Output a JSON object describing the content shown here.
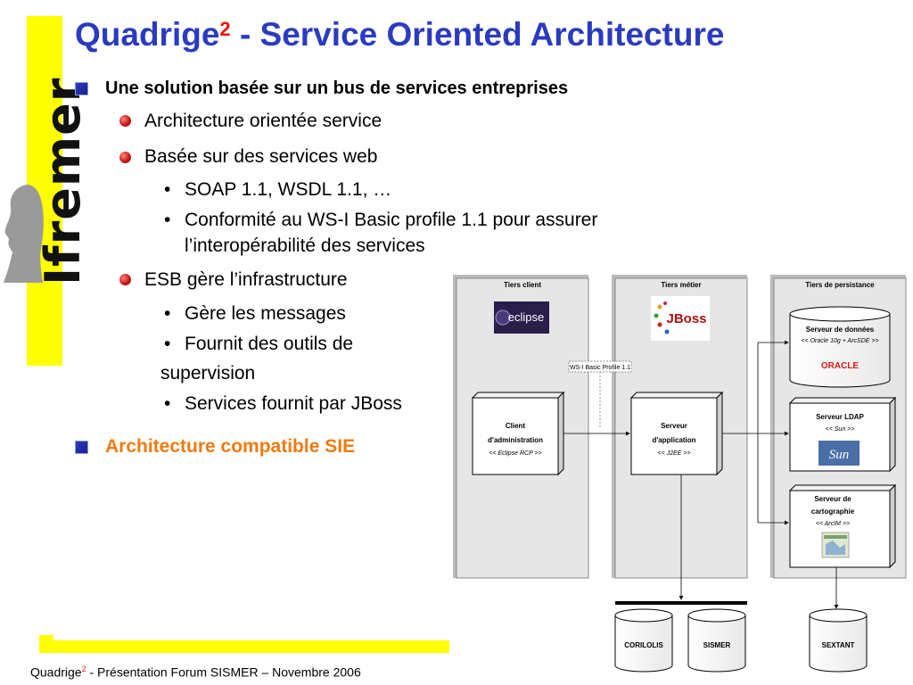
{
  "slide": {
    "title_main": "Quadrige",
    "title_sup": "2",
    "title_rest": " - Service Oriented Architecture",
    "logo": "Ifremer"
  },
  "bullets": {
    "l1_a": "Une solution basée sur un bus de services entreprises",
    "l2_a": "Architecture orientée service",
    "l2_b": "Basée sur des services web",
    "l3_a": "SOAP 1.1, WSDL 1.1, …",
    "l3_b_1": "Conformité au WS-I Basic profile 1.1 pour assurer",
    "l3_b_2": "l’interopérabilité des services",
    "l2_c": "ESB gère l’infrastructure",
    "l3_c": "Gère les messages",
    "l3_d_1": "Fournit des outils de",
    "l3_d_2": "supervision",
    "l3_e": "Services fournit par JBoss",
    "l1_b": "Architecture compatible SIE"
  },
  "footer": {
    "prefix": "Quadrige",
    "sup": "2",
    "rest": " - Présentation Forum SISMER – Novembre 2006"
  },
  "diagram": {
    "tier_client": "Tiers client",
    "tier_metier": "Tiers métier",
    "tier_persistance": "Tiers de persistance",
    "eclipse_logo": "eclipse",
    "jboss_logo": "JBoss",
    "ws_label": "WS-I Basic Profile 1.1",
    "client_l1": "Client",
    "client_l2": "d'administration",
    "client_l3": "<< Eclipse RCP >>",
    "server_l1": "Serveur",
    "server_l2": "d'application",
    "server_l3": "<< J2EE >>",
    "db_l1": "Serveur de données",
    "db_l2": "<< Oracle 10g + ArcSDE >>",
    "oracle_logo": "ORACLE",
    "ldap_l1": "Serveur LDAP",
    "ldap_l2": "<< Sun >>",
    "sun_logo": "Sun",
    "carto_l1": "Serveur de",
    "carto_l2": "cartographie",
    "carto_l3": "<< ArcIM >>",
    "db_corilolis": "CORILOLIS",
    "db_sismer": "SISMER",
    "db_sextant": "SEXTANT"
  },
  "colors": {
    "title": "#2b3bbf",
    "accent_red": "#e8140a",
    "orange": "#ee7a10",
    "band": "#ffff00"
  }
}
